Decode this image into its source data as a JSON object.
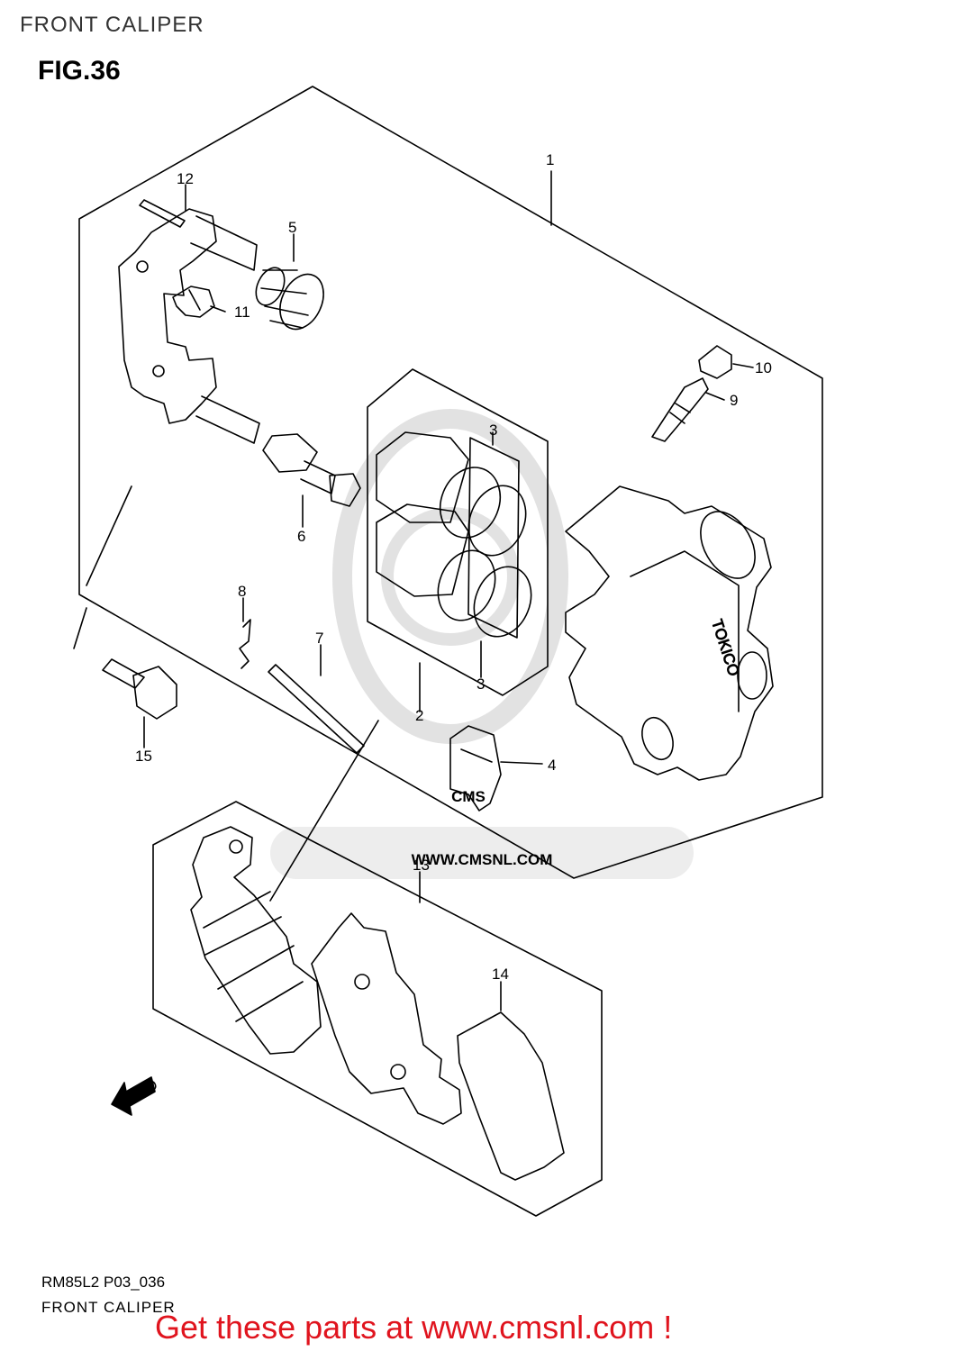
{
  "header": {
    "title": "FRONT CALIPER"
  },
  "figure": {
    "number": "FIG.36"
  },
  "callouts": [
    "1",
    "2",
    "3",
    "3",
    "4",
    "5",
    "6",
    "7",
    "8",
    "9",
    "10",
    "11",
    "12",
    "13",
    "14",
    "15"
  ],
  "watermark": {
    "site": "WWW.CMSNL.COM",
    "logo": "CMS"
  },
  "caliper_brand": "TOKICO",
  "fwd_label": "FWD",
  "footer": {
    "code": "RM85L2 P03_036",
    "title": "FRONT CALIPER"
  },
  "promo": "Get these parts at www.cmsnl.com !",
  "colors": {
    "promo": "#e0141e",
    "line": "#000000",
    "watermark": "#d9d9d9"
  }
}
